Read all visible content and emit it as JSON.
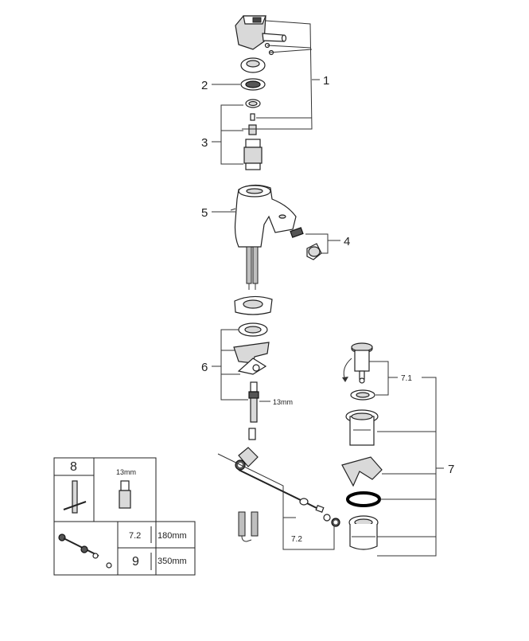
{
  "callouts": {
    "c1": "1",
    "c2": "2",
    "c3": "3",
    "c4": "4",
    "c5": "5",
    "c6": "6",
    "c7": "7",
    "c71": "7.1",
    "c72": "7.2"
  },
  "dimension_note": "13mm",
  "inset_table": {
    "cell_8": "8",
    "cell_13mm": "13mm",
    "cell_72": "7.2",
    "cell_180": "180mm",
    "cell_9": "9",
    "cell_350": "350mm"
  }
}
